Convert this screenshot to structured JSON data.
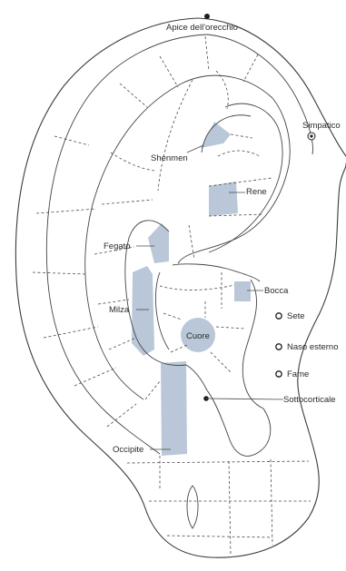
{
  "labels": {
    "apex": "Apice dell'orecchio",
    "sympathetic": "Simpatico",
    "shenmen": "Shenmen",
    "kidney": "Rene",
    "liver": "Fegato",
    "mouth": "Bocca",
    "spleen": "Milza",
    "thirst": "Sete",
    "heart": "Cuore",
    "external_nose": "Naso esterno",
    "hunger": "Fame",
    "subcortex": "Sottocorticale",
    "occiput": "Occipite"
  },
  "colors": {
    "outline": "#3b3b3b",
    "zone_fill": "#b9c7d8",
    "text": "#2a2a2a"
  }
}
